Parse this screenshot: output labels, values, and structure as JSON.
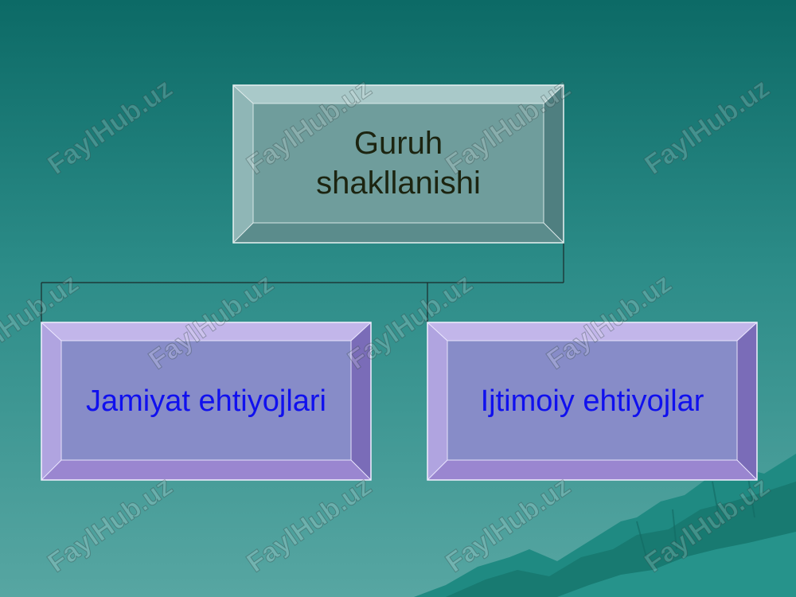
{
  "diagram": {
    "root": {
      "label": "Guruh shakllanishi",
      "line1": "Guruh",
      "line2": "shakllanishi"
    },
    "children": [
      {
        "label": "Jamiyat ehtiyojlari"
      },
      {
        "label": "Ijtimoiy ehtiyojlar"
      }
    ]
  },
  "watermark": {
    "text": "FaylHub.uz"
  },
  "colors": {
    "background_top": "#0c6a66",
    "background_bottom": "#57a6a2",
    "root_box": "#6c9e9e",
    "child_box": "#8a8cc8",
    "child_text": "#1010ee",
    "root_text": "#1c2410"
  }
}
